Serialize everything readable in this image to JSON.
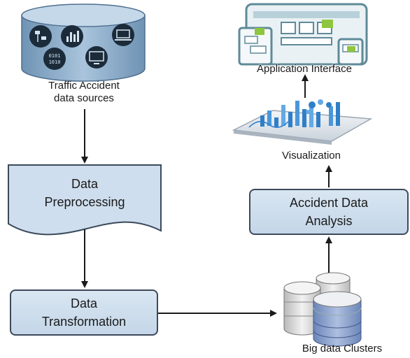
{
  "nodes": {
    "sources": {
      "line1": "Traffic Accident",
      "line2": "data sources"
    },
    "preprocessing": {
      "line1": "Data",
      "line2": "Preprocessing"
    },
    "transformation": {
      "line1": "Data",
      "line2": "Transformation"
    },
    "clusters": {
      "label": "Big data Clusters"
    },
    "analysis": {
      "line1": "Accident Data",
      "line2": "Analysis"
    },
    "visualization": {
      "label": "Visualization"
    },
    "app": {
      "label": "Application Interface"
    }
  },
  "icons": {
    "sources": "database-cylinder-icon",
    "clusters": "database-stack-icon",
    "visualization": "3d-chart-tablet-icon",
    "app": "application-window-icon"
  },
  "colors": {
    "box_fill": "#cddcec",
    "box_border": "#3c4a5a",
    "cylinder": "#8fb0cd",
    "arrow": "#1a1a1a"
  }
}
